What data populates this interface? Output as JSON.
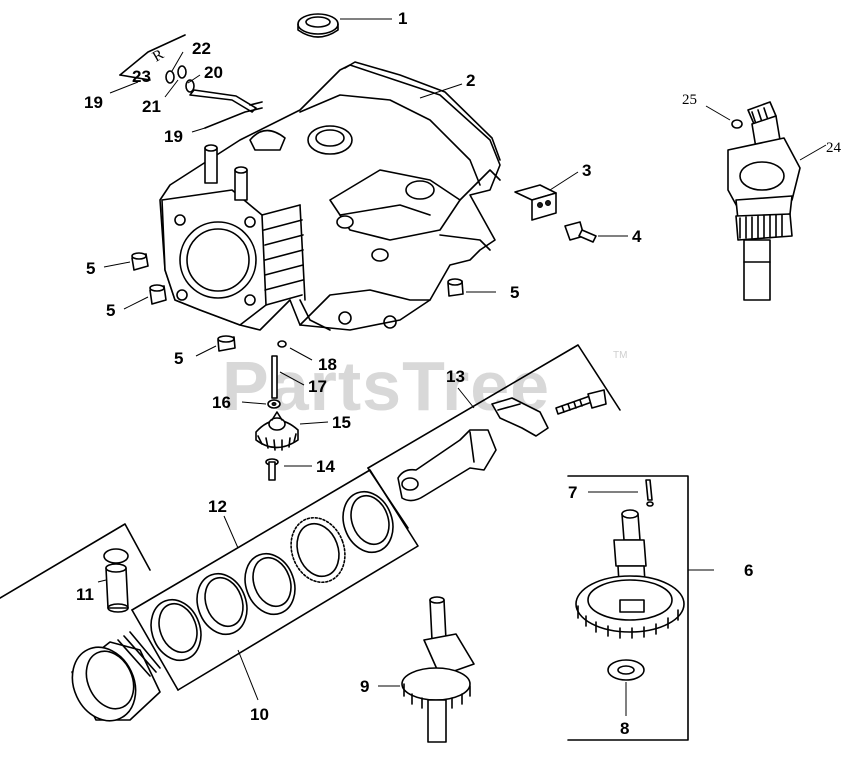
{
  "watermark": {
    "text": "PartsTree",
    "trademark": "TM"
  },
  "callouts": [
    {
      "id": "1",
      "text": "1"
    },
    {
      "id": "2",
      "text": "2"
    },
    {
      "id": "3",
      "text": "3"
    },
    {
      "id": "4",
      "text": "4"
    },
    {
      "id": "5a",
      "text": "5"
    },
    {
      "id": "5b",
      "text": "5"
    },
    {
      "id": "5c",
      "text": "5"
    },
    {
      "id": "5d",
      "text": "5"
    },
    {
      "id": "6",
      "text": "6"
    },
    {
      "id": "7",
      "text": "7"
    },
    {
      "id": "8",
      "text": "8"
    },
    {
      "id": "9",
      "text": "9"
    },
    {
      "id": "10",
      "text": "10"
    },
    {
      "id": "11",
      "text": "11"
    },
    {
      "id": "12",
      "text": "12"
    },
    {
      "id": "13",
      "text": "13"
    },
    {
      "id": "14",
      "text": "14"
    },
    {
      "id": "15",
      "text": "15"
    },
    {
      "id": "16",
      "text": "16"
    },
    {
      "id": "17",
      "text": "17"
    },
    {
      "id": "18",
      "text": "18"
    },
    {
      "id": "19a",
      "text": "19"
    },
    {
      "id": "19b",
      "text": "19"
    },
    {
      "id": "20",
      "text": "20"
    },
    {
      "id": "21",
      "text": "21"
    },
    {
      "id": "22",
      "text": "22"
    },
    {
      "id": "23",
      "text": "23"
    },
    {
      "id": "24",
      "text": "24"
    },
    {
      "id": "25",
      "text": "25"
    }
  ],
  "figure_mark": "R"
}
